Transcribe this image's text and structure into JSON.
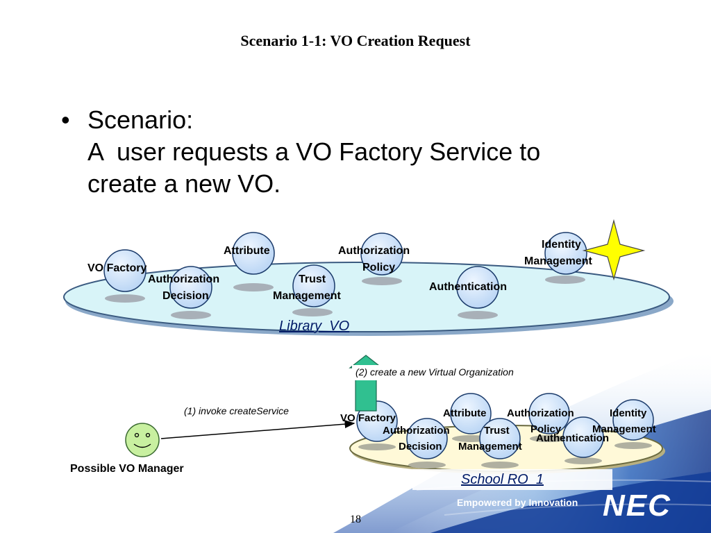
{
  "title": "Scenario 1-1: VO Creation Request",
  "bullet": {
    "glyph": "•",
    "heading": "Scenario:",
    "line2": "A  user requests a VO Factory Service to",
    "line3": "create a new VO."
  },
  "library_vo": {
    "name": "Library  VO",
    "services": {
      "vo_factory": "VO Factory",
      "attribute": "Attribute",
      "authorization_decision_1": "Authorization",
      "authorization_decision_2": "Decision",
      "trust_management_1": "Trust",
      "trust_management_2": "Management",
      "authorization_policy_1": "Authorization",
      "authorization_policy_2": "Policy",
      "authentication": "Authentication",
      "identity_management_1": "Identity",
      "identity_management_2": "Management"
    }
  },
  "school_ro": {
    "name": "School RO_1",
    "services": {
      "vo_factory": "VO Factory",
      "attribute": "Attribute",
      "authorization_decision_1": "Authorization",
      "authorization_decision_2": "Decision",
      "trust_management_1": "Trust",
      "trust_management_2": "Management",
      "authorization_policy_1": "Authorization",
      "authorization_policy_2": "Policy",
      "authentication": "Authentication",
      "identity_management_1": "Identity",
      "identity_management_2": "Management"
    }
  },
  "arrows": {
    "invoke": "(1) invoke createService",
    "create": "(2) create a new Virtual Organization"
  },
  "actor": "Possible VO Manager",
  "footer": {
    "page_number": "18",
    "slogan": "Empowered by Innovation",
    "brand": "NEC"
  },
  "colors": {
    "library_platform": "#d8f4f8",
    "school_platform": "#fff9d8",
    "node_fill": "#cce0f8",
    "node_stroke": "#1a3a6a",
    "star": "#ffff00",
    "arrow_green": "#30c090",
    "smiley": "#c8f0a0"
  }
}
